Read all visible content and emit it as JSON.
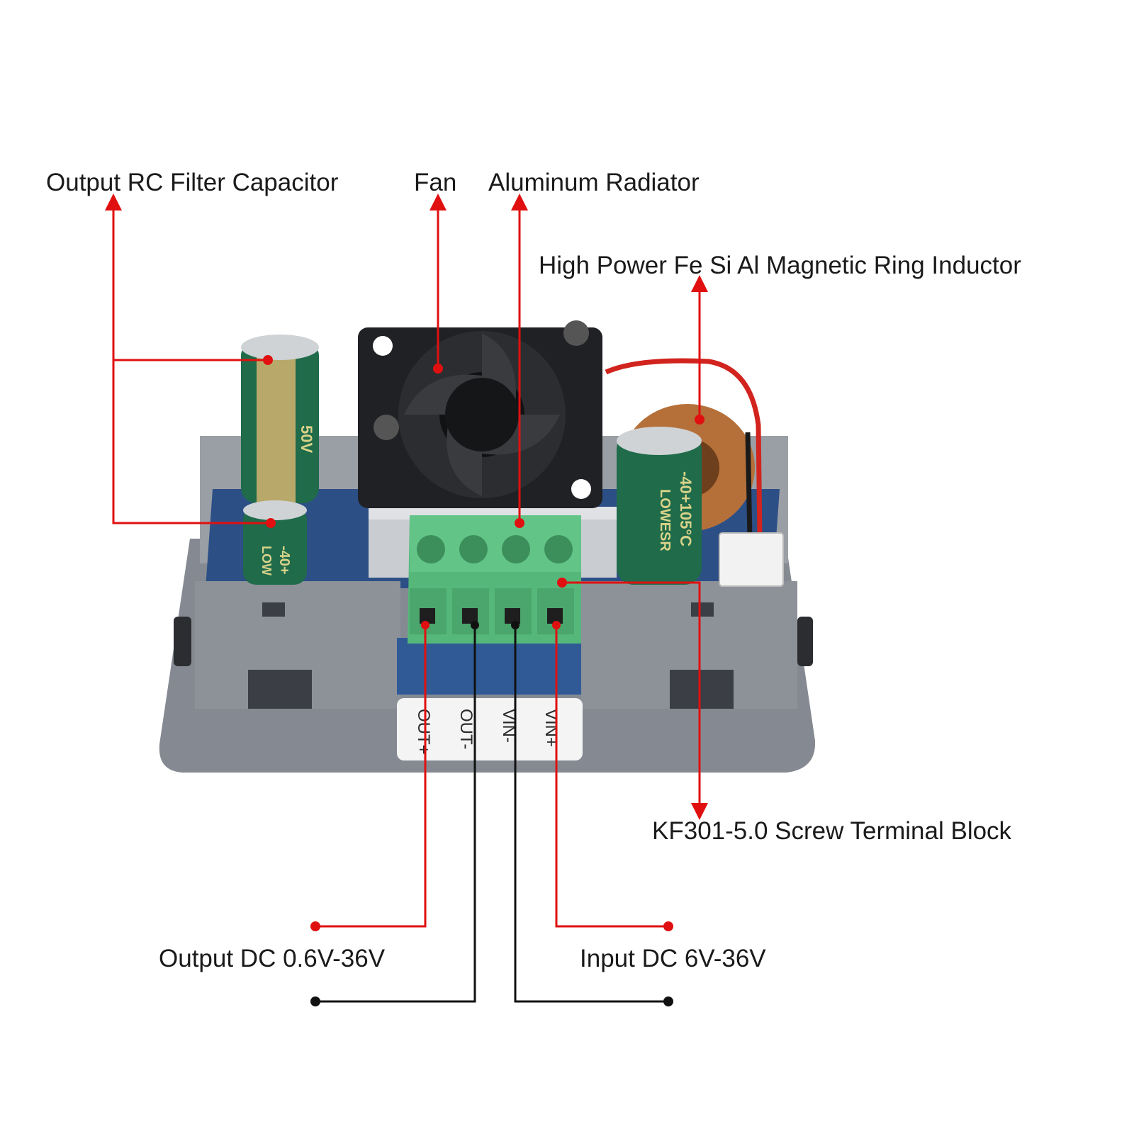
{
  "callouts": {
    "output_rc_filter_capacitor": "Output RC Filter Capacitor",
    "fan": "Fan",
    "aluminum_radiator": "Aluminum Radiator",
    "inductor": "High Power Fe Si Al Magnetic Ring Inductor",
    "terminal_block": "KF301-5.0 Screw Terminal Block",
    "output_range": "Output DC 0.6V-36V",
    "input_range": "Input DC 6V-36V"
  },
  "terminal_pins": [
    "OUT+",
    "OUT-",
    "VIN-",
    "VIN+"
  ],
  "capacitor_print": {
    "large_voltage": "50V",
    "small_text": "-40+",
    "small_brand": "LOW",
    "right_temp": "-40+105°C",
    "right_brand": "LOWESR"
  },
  "colors": {
    "callout_red": "#e01010",
    "callout_black": "#111111",
    "terminal_green": "#55b77a",
    "case_grey": "#8a8f96",
    "pcb_blue": "#2c4f86",
    "capacitor_green": "#1f6b4a",
    "inductor_copper": "#b5703a"
  }
}
